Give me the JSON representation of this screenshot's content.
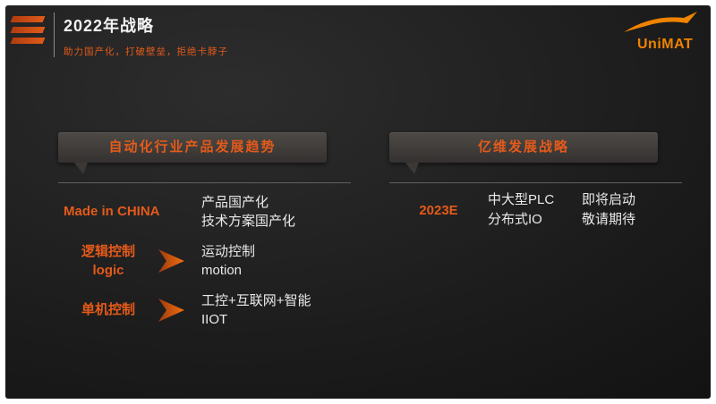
{
  "colors": {
    "accent": "#e45a1a",
    "logo_orange": "#f08300",
    "slide_background": "#141414",
    "panel_header_background": "#3f3c39",
    "body_text": "#eaeaea"
  },
  "header": {
    "title": "2022年战略",
    "subtitle": "助力国产化，打破壁垒，拒绝卡脖子",
    "logo_text": "UniMAT"
  },
  "left_panel": {
    "title": "自动化行业产品发展趋势",
    "rows": [
      {
        "label_lines": [
          "Made in CHINA"
        ],
        "content_lines": [
          "产品国产化",
          "技术方案国产化"
        ]
      },
      {
        "label_lines": [
          "逻辑控制",
          "logic"
        ],
        "content_lines": [
          "运动控制",
          "motion"
        ]
      },
      {
        "label_lines": [
          "单机控制"
        ],
        "content_lines": [
          "工控+互联网+智能",
          "IIOT"
        ]
      }
    ]
  },
  "right_panel": {
    "title": "亿维发展战略",
    "row": {
      "label": "2023E",
      "col1_lines": [
        "中大型PLC",
        "分布式IO"
      ],
      "col2_lines": [
        "即将启动",
        "敬请期待"
      ]
    }
  }
}
